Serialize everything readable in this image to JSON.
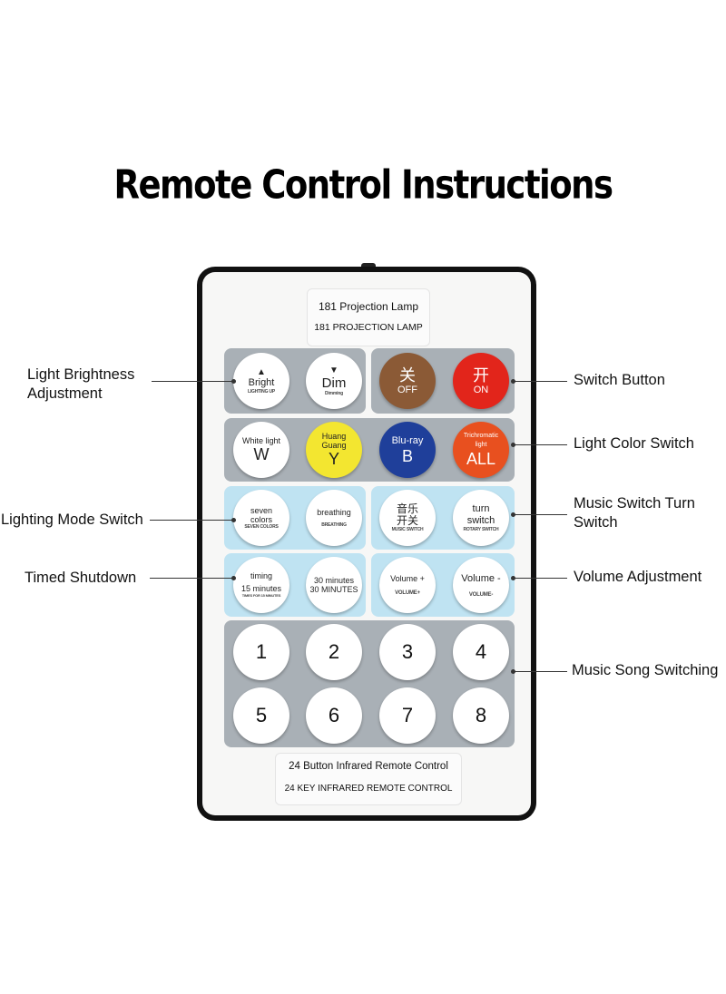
{
  "title": "Remote Control Instructions",
  "remote": {
    "top_label_1": "181 Projection Lamp",
    "top_label_2": "181 PROJECTION LAMP",
    "bottom_label_1": "24 Button Infrared Remote Control",
    "bottom_label_2": "24 KEY INFRARED REMOTE CONTROL",
    "buttons": {
      "bright": {
        "icon": "up-arrow-icon",
        "label": "Bright",
        "sub": "LIGHTING UP"
      },
      "dim": {
        "icon": "down-arrow-icon",
        "label": "Dim",
        "sub": "Dimming"
      },
      "off": {
        "cn": "关",
        "label": "OFF"
      },
      "on": {
        "cn": "开",
        "label": "ON"
      },
      "white": {
        "top": "White light",
        "letter": "W"
      },
      "yellow": {
        "top": "Huang Guang",
        "letter": "Y"
      },
      "blue": {
        "top": "Blu-ray",
        "letter": "B"
      },
      "all": {
        "top": "Trichromatic light",
        "letter": "ALL"
      },
      "seven": {
        "label": "seven colors",
        "sub": "SEVEN COLORS"
      },
      "breathing": {
        "label": "breathing",
        "sub": "BREATHING"
      },
      "music": {
        "cn": "音乐开关",
        "sub": "MUSIC SWITCH"
      },
      "turn": {
        "label": "turn switch",
        "sub": "ROTARY SWITCH"
      },
      "timing": {
        "label": "timing",
        "label2": "15 minutes",
        "sub": "TIMES FOR 15 MINUTES"
      },
      "thirty": {
        "label": "30 minutes",
        "label2": "30 MINUTES"
      },
      "volup": {
        "label": "Volume +",
        "sub": "VOLUME+"
      },
      "voldown": {
        "label": "Volume -",
        "sub": "VOLUME-"
      },
      "numbers": [
        "1",
        "2",
        "3",
        "4",
        "5",
        "6",
        "7",
        "8"
      ]
    },
    "colors": {
      "off": "#8b5a36",
      "on": "#e2251b",
      "yellow": "#f3e630",
      "blue": "#1f3f9a",
      "all": "#e8501f"
    }
  },
  "annotations": {
    "brightness": "Light Brightness Adjustment",
    "switch_button": "Switch Button",
    "color_switch": "Light Color Switch",
    "lighting_mode": "Lighting Mode Switch",
    "music_switch": "Music Switch Turn Switch",
    "timed": "Timed Shutdown",
    "volume": "Volume Adjustment",
    "song": "Music Song Switching"
  }
}
